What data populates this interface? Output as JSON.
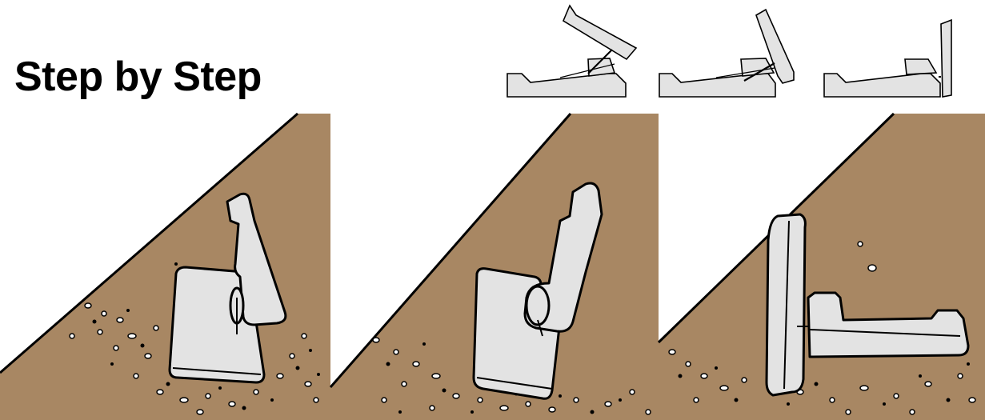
{
  "title": "Step by Step",
  "colors": {
    "soil": "#A88763",
    "device": "#E3E3E3",
    "outline": "#000000",
    "background": "#FFFFFF"
  },
  "steps": [
    {
      "name": "step-1"
    },
    {
      "name": "step-2"
    },
    {
      "name": "step-3"
    }
  ]
}
